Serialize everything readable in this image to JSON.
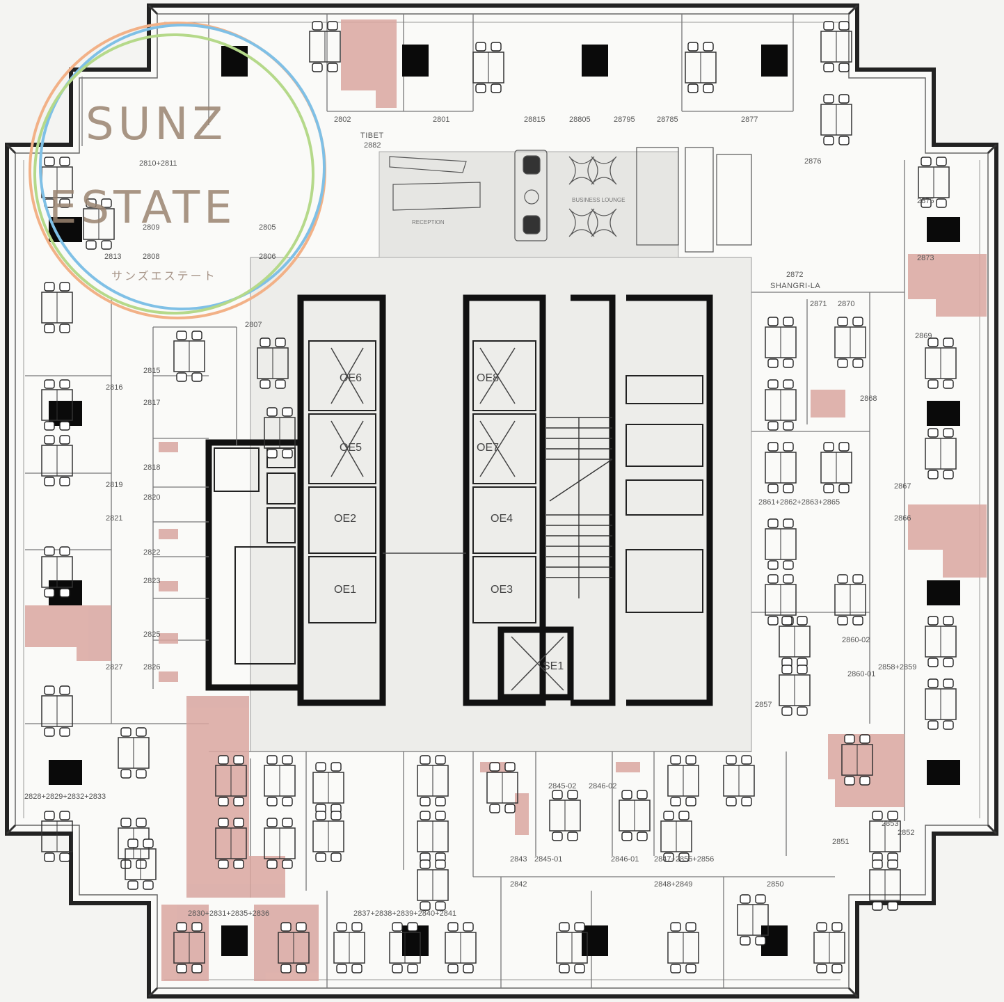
{
  "brand": {
    "line1": "SUNZ",
    "line2": "ESTATE",
    "kana": "サンズエステート",
    "colors": {
      "ring_orange": "#f2b187",
      "ring_blue": "#7fc0e6",
      "ring_green": "#b5d98a",
      "text": "#9a8470"
    }
  },
  "colors": {
    "wall": "#111111",
    "room_line": "#777777",
    "column": "#0a0a0a",
    "highlight": "#d9a6a0",
    "corridor": "#e9e9e6",
    "floor": "#fafaf8"
  },
  "zones": {
    "tibet": "TIBET",
    "shangri_la": "SHANGRI-LA",
    "reception": "RECEPTION",
    "business_lounge": "BUSINESS LOUNGE"
  },
  "lifts": [
    "OE6",
    "OE5",
    "OE2",
    "OE1",
    "OE8",
    "OE7",
    "OE4",
    "OE3",
    "SE1"
  ],
  "rooms": {
    "r2802": "2802",
    "r2801": "2801",
    "r28815": "28815",
    "r28805": "28805",
    "r28795": "28795",
    "r28785": "28785",
    "r2877": "2877",
    "r2882": "2882",
    "r2876": "2876",
    "r2810_11": "2810+2811",
    "r2809": "2809",
    "r2808": "2808",
    "r2805": "2805",
    "r2806": "2806",
    "r2813": "2813",
    "r2875": "2875",
    "r2873": "2873",
    "r2872": "2872",
    "r2871": "2871",
    "r2870": "2870",
    "r2869": "2869",
    "r2868": "2868",
    "r2807": "2807",
    "r2815": "2815",
    "r2816": "2816",
    "r2817": "2817",
    "r2818": "2818",
    "r2819": "2819",
    "r2820": "2820",
    "r2821": "2821",
    "r2822": "2822",
    "r2823": "2823",
    "r2825": "2825",
    "r2826": "2826",
    "r2827": "2827",
    "r2867": "2867",
    "r2866": "2866",
    "r2861_65": "2861+2862+2863+2865",
    "r2860_02": "2860-02",
    "r2860_01": "2860-01",
    "r2858_59": "2858+2859",
    "r2857": "2857",
    "r2828_33": "2828+2829+2832+2833",
    "r2845_02": "2845-02",
    "r2846_02": "2846-02",
    "r2853": "2853",
    "r2852": "2852",
    "r2851": "2851",
    "r2843": "2843",
    "r2845_01": "2845-01",
    "r2846_01": "2846-01",
    "r2847_56": "2847+2855+2856",
    "r2842": "2842",
    "r2848_49": "2848+2849",
    "r2850": "2850",
    "r2830_36": "2830+2831+2835+2836",
    "r2837_41": "2837+2838+2839+2840+2841"
  }
}
